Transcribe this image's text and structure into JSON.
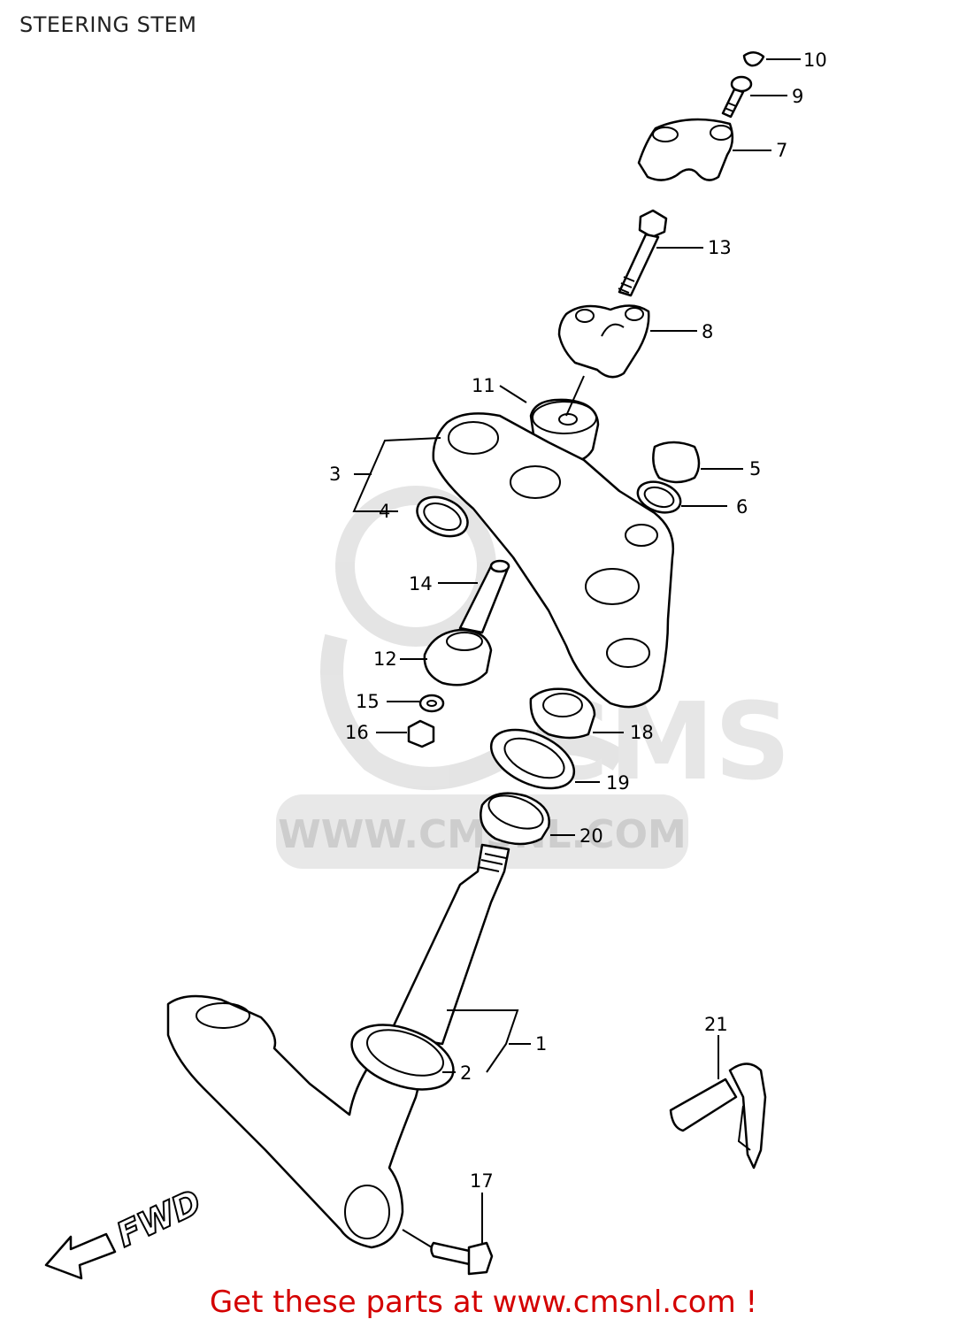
{
  "title": "STEERING STEM",
  "footer": "Get these parts at www.cmsnl.com !",
  "watermark": "WWW.CMSNL.COM",
  "fwd_label": "FWD",
  "callouts": [
    "1",
    "2",
    "3",
    "4",
    "5",
    "6",
    "7",
    "8",
    "9",
    "10",
    "11",
    "12",
    "13",
    "14",
    "15",
    "16",
    "17",
    "18",
    "19",
    "20",
    "21"
  ],
  "colors": {
    "footer": "#d40000",
    "watermark": "#d9d9d9",
    "line": "#000000"
  }
}
